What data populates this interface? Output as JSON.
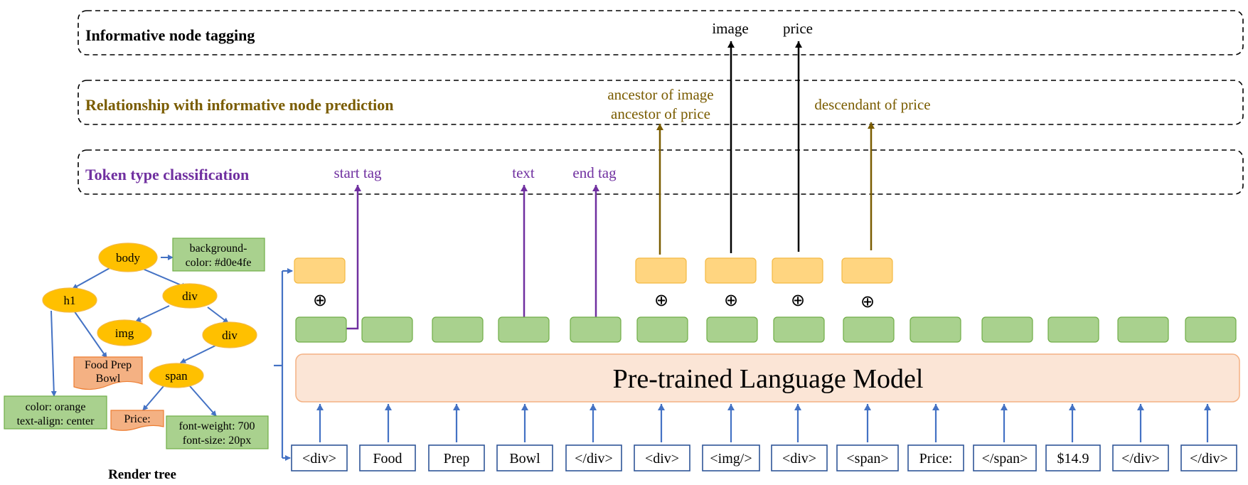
{
  "sections": {
    "tagging": {
      "label": "Informative node tagging",
      "color": "#000000"
    },
    "relationship": {
      "label": "Relationship with informative node prediction",
      "color": "#7a5c00"
    },
    "token_type": {
      "label": "Token type classification",
      "color": "#7030a0"
    }
  },
  "outputs": {
    "image": "image",
    "price": "price",
    "ancestor_image": "ancestor of image",
    "ancestor_price": "ancestor of price",
    "descendant_price": "descendant of price",
    "start_tag": "start tag",
    "text": "text",
    "end_tag": "end tag"
  },
  "model": {
    "label": "Pre-trained Language Model"
  },
  "plus_symbol": "⊕",
  "tokens": [
    "<div>",
    "Food",
    "Prep",
    "Bowl",
    "</div>",
    "<div>",
    "<img/>",
    "<div>",
    "<span>",
    "Price:",
    "</span>",
    "$14.9",
    "</div>",
    "</div>"
  ],
  "render_tree": {
    "title": "Render tree",
    "nodes": {
      "body": "body",
      "h1": "h1",
      "div1": "div",
      "img": "img",
      "div2": "div",
      "span": "span"
    },
    "style_boxes": {
      "body_style_1": "background-",
      "body_style_2": "color: #d0e4fe",
      "h1_style_1": "color: orange",
      "h1_style_2": "text-align: center",
      "span_style_1": "font-weight: 700",
      "span_style_2": "font-size: 20px"
    },
    "text_nodes": {
      "h1_text_1": "Food Prep",
      "h1_text_2": "Bowl",
      "span_text": "Price:"
    }
  },
  "colors": {
    "orange_box": "#ffd580",
    "green_box": "#a9d18e",
    "model_fill": "#fbe5d6",
    "tree_node": "#ffc000",
    "style_box": "#a9d18e",
    "text_node": "#f4b183",
    "blue_arrow": "#4472c4",
    "purple": "#7030a0",
    "olive": "#7a5c00"
  }
}
